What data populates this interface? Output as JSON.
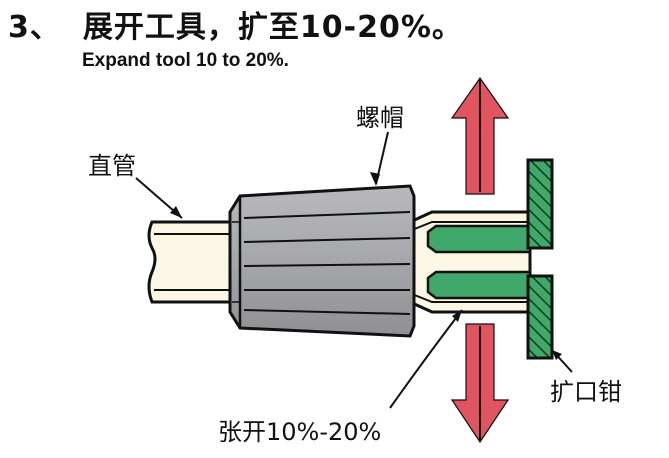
{
  "step": {
    "number": "3、",
    "title": "展开工具，扩至10-20%。",
    "subtitle": "Expand tool 10 to 20%."
  },
  "labels": {
    "straight_pipe": "直管",
    "nut": "螺帽",
    "expander": "扩口钳",
    "expand_range": "张开10%-20%"
  },
  "colors": {
    "arrow": "#e0555f",
    "nut": "#a9aaad",
    "pipe": "#fbf7e4",
    "jaw_green": "#3fa86a",
    "hatch_green": "#2e9a55"
  },
  "icons": {
    "up_arrow": "arrow-up-icon",
    "down_arrow": "arrow-down-icon"
  }
}
